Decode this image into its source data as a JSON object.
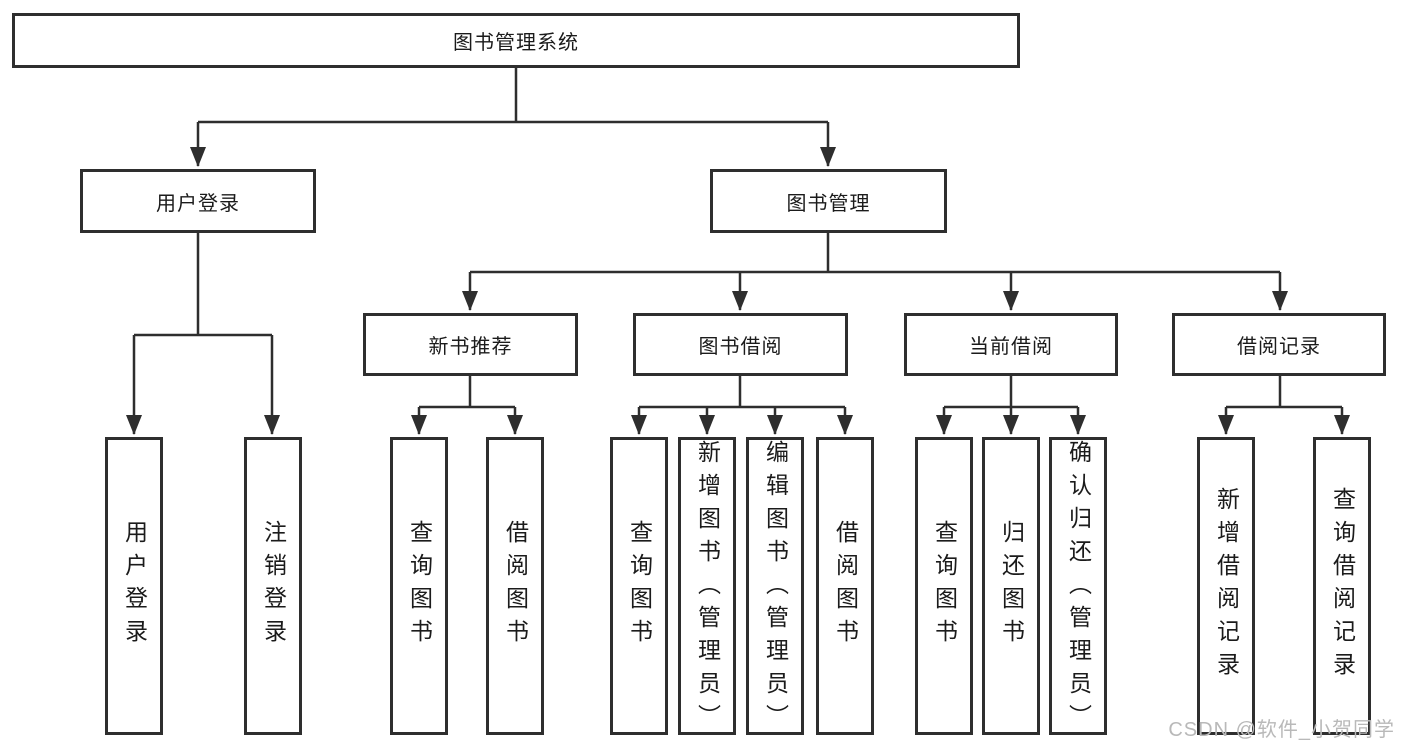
{
  "diagram_type": "tree",
  "tree": {
    "label": "图书管理系统",
    "children": [
      {
        "label": "用户登录",
        "children": [
          {
            "label": "用户登录"
          },
          {
            "label": "注销登录"
          }
        ]
      },
      {
        "label": "图书管理",
        "children": [
          {
            "label": "新书推荐",
            "children": [
              {
                "label": "查询图书"
              },
              {
                "label": "借阅图书"
              }
            ]
          },
          {
            "label": "图书借阅",
            "children": [
              {
                "label": "查询图书"
              },
              {
                "label": "新增图书（管理员）"
              },
              {
                "label": "编辑图书（管理员）"
              },
              {
                "label": "借阅图书"
              }
            ]
          },
          {
            "label": "当前借阅",
            "children": [
              {
                "label": "查询图书"
              },
              {
                "label": "归还图书"
              },
              {
                "label": "确认归还（管理员）"
              }
            ]
          },
          {
            "label": "借阅记录",
            "children": [
              {
                "label": "新增借阅记录"
              },
              {
                "label": "查询借阅记录"
              }
            ]
          }
        ]
      }
    ]
  },
  "watermark": {
    "text": "CSDN @软件_小贺同学"
  },
  "colors": {
    "line": "#2e2e2e",
    "text": "#1b1b1b",
    "background": "#ffffff",
    "watermark": "#b9b9b9"
  }
}
